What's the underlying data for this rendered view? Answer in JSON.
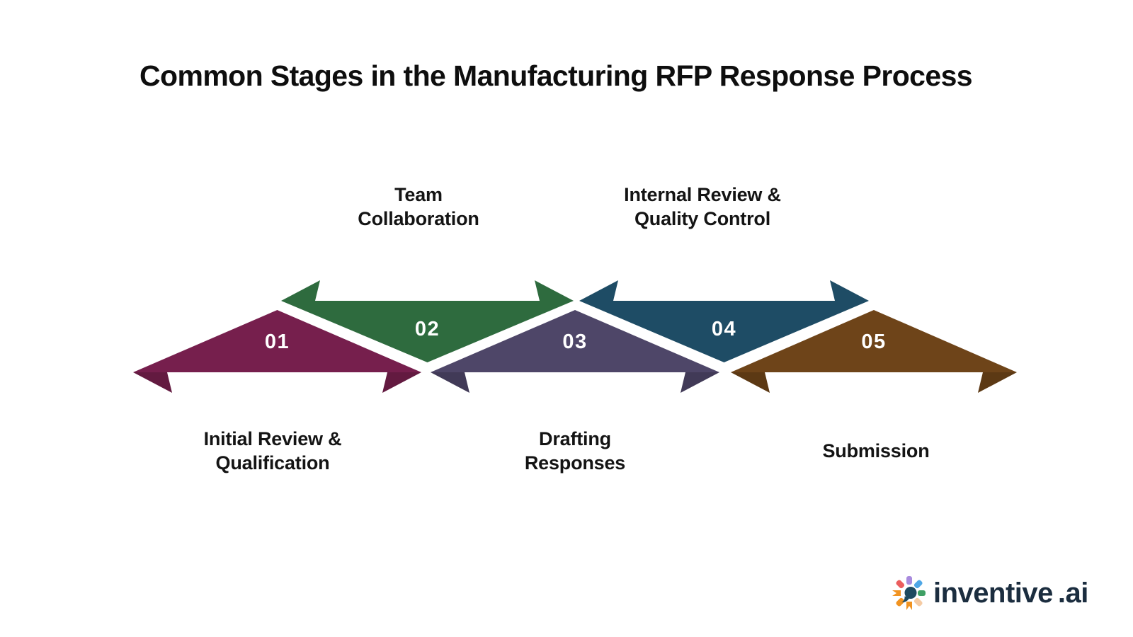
{
  "title": "Common Stages in the Manufacturing RFP Response Process",
  "diagram": {
    "stages": [
      {
        "number": "01",
        "label": "Initial Review &\nQualification",
        "label_position": "bottom",
        "color": "#761F4D"
      },
      {
        "number": "02",
        "label": "Team\nCollaboration",
        "label_position": "top",
        "color": "#2E6B3E"
      },
      {
        "number": "03",
        "label": "Drafting\nResponses",
        "label_position": "bottom",
        "color": "#4E4668"
      },
      {
        "number": "04",
        "label": "Internal Review &\nQuality Control",
        "label_position": "top",
        "color": "#1E4C65"
      },
      {
        "number": "05",
        "label": "Submission",
        "label_position": "bottom",
        "color": "#6E4419"
      }
    ],
    "number_text_color": "#FFFFFF",
    "label_text_color": "#141414"
  },
  "logo": {
    "brand": "inventive",
    "tld": ".ai",
    "text_color": "#1B2D3F",
    "icon_colors": {
      "top": "#A98BDE",
      "upper_right": "#4FA7E6",
      "right": "#3FA065",
      "lower_right": "#F5CBA3",
      "bottom": "#F19320",
      "lower_left": "#F19320",
      "left": "#F19320",
      "upper_left": "#EB5E5E",
      "center": "#1E4A5F"
    }
  },
  "background_color": "#FFFFFF"
}
